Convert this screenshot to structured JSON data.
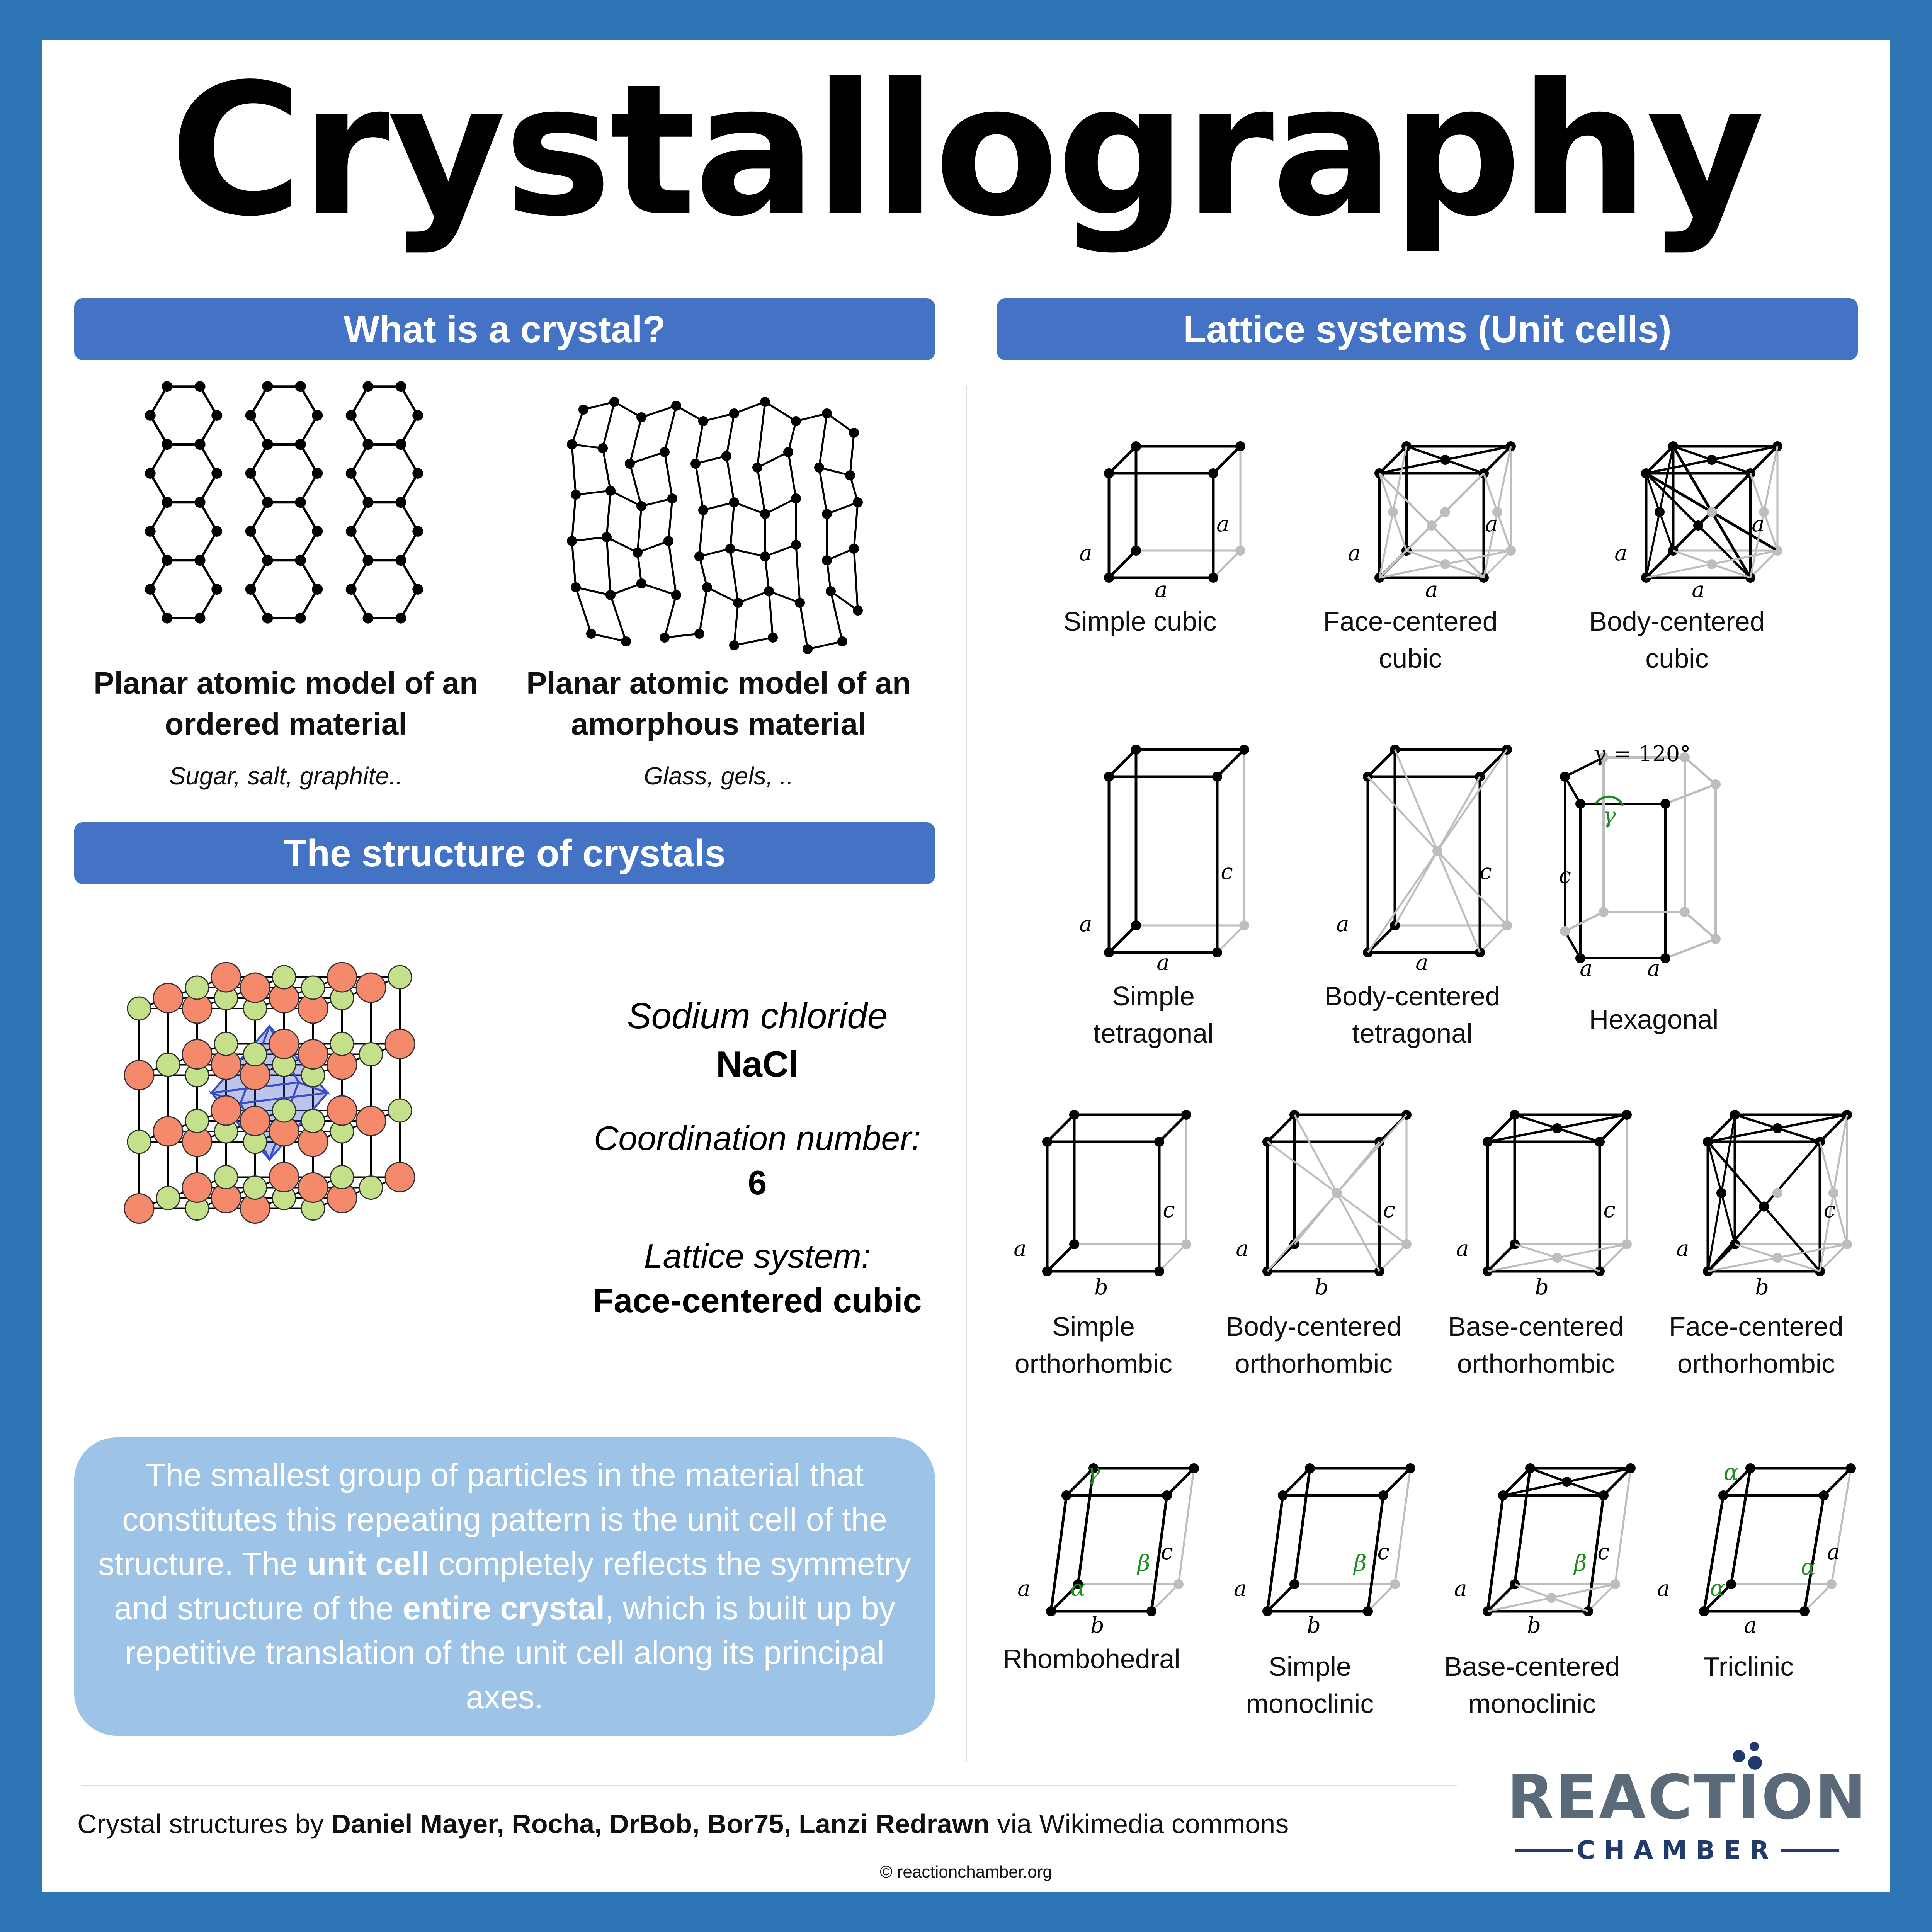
{
  "title": "Crystallography",
  "left": {
    "banner1": "What is a crystal?",
    "ordered_caption_line1": "Planar atomic model of an",
    "ordered_caption_line2": "ordered material",
    "ordered_examples": "Sugar, salt, graphite..",
    "amorphous_caption_line1": "Planar atomic model of an",
    "amorphous_caption_line2": "amorphous material",
    "amorphous_examples": "Glass, gels, ..",
    "banner2": "The structure of crystals",
    "compound_name": "Sodium chloride",
    "formula": "NaCl",
    "coordination_label": "Coordination number:",
    "coordination_value": "6",
    "lattice_label": "Lattice system:",
    "lattice_value": "Face-centered cubic",
    "info_part1": "The smallest group of particles in the material that constitutes this repeating pattern is the unit cell of the structure. The ",
    "info_bold1": "unit cell",
    "info_part2": " completely reflects the symmetry and structure of the ",
    "info_bold2": "entire crystal",
    "info_part3": ", which is built up by repetitive translation of the unit cell along its principal axes."
  },
  "right": {
    "banner": "Lattice systems (Unit cells)",
    "cells": [
      {
        "name_line1": "Simple cubic",
        "name_line2": ""
      },
      {
        "name_line1": "Face-centered",
        "name_line2": "cubic"
      },
      {
        "name_line1": "Body-centered",
        "name_line2": "cubic"
      },
      {
        "name_line1": "Simple",
        "name_line2": "tetragonal"
      },
      {
        "name_line1": "Body-centered",
        "name_line2": "tetragonal"
      },
      {
        "name_line1": "Hexagonal",
        "name_line2": ""
      },
      {
        "name_line1": "Simple",
        "name_line2": "orthorhombic"
      },
      {
        "name_line1": "Body-centered",
        "name_line2": "orthorhombic"
      },
      {
        "name_line1": "Base-centered",
        "name_line2": "orthorhombic"
      },
      {
        "name_line1": "Face-centered",
        "name_line2": "orthorhombic"
      },
      {
        "name_line1": "Rhombohedral",
        "name_line2": ""
      },
      {
        "name_line1": "Simple",
        "name_line2": "monoclinic"
      },
      {
        "name_line1": "Base-centered",
        "name_line2": "monoclinic"
      },
      {
        "name_line1": "Triclinic",
        "name_line2": ""
      }
    ],
    "axis_a": "a",
    "axis_b": "b",
    "axis_c": "c",
    "angle_alpha": "α",
    "angle_beta": "β",
    "angle_gamma": "γ",
    "hex_angle": "γ = 120°"
  },
  "footer": {
    "credit_prefix": "Crystal structures by ",
    "credit_names": "Daniel Mayer, Rocha, DrBob, Bor75, Lanzi Redrawn",
    "credit_suffix": " via Wikimedia commons",
    "copyright": "© reactionchamber.org",
    "logo_main": "REACTION",
    "logo_sub": "CHAMBER"
  },
  "colors": {
    "frame": "#2E75B6",
    "banner": "#4472C4",
    "infobox": "#9DC3E6",
    "sodium": "#F4896B",
    "chloride": "#C5E08A",
    "octahedron": "#3A4DC9",
    "angle_marks": "#1E8C1E"
  }
}
